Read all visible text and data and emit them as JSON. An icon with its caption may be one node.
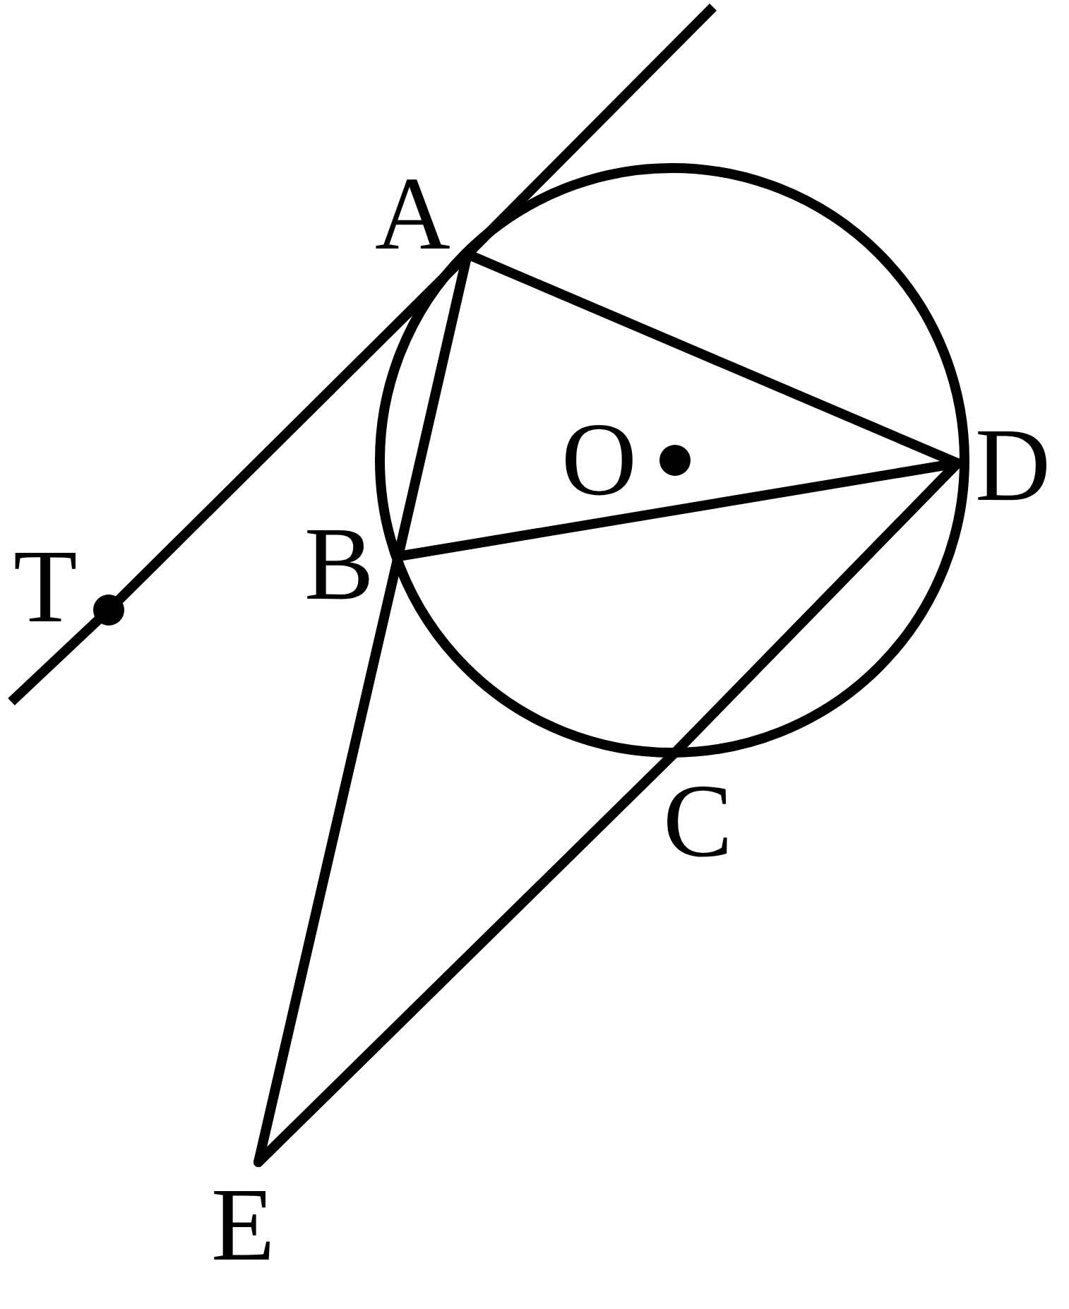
{
  "diagram": {
    "nodes": [
      {
        "text": [
          "A"
        ]
      },
      {
        "text": [
          "B"
        ]
      },
      {
        "text": [
          "C"
        ]
      },
      {
        "text": [
          "D"
        ]
      },
      {
        "text": [
          "O"
        ]
      },
      {
        "text": [
          "T"
        ]
      },
      {
        "text": [
          "E"
        ]
      }
    ],
    "edges": [
      {
        "from": 0,
        "to": 3,
        "arrow": "none"
      },
      {
        "from": 0,
        "to": 1,
        "arrow": "none"
      },
      {
        "from": 1,
        "to": 3,
        "arrow": "none"
      },
      {
        "from": 1,
        "to": 6,
        "arrow": "none"
      },
      {
        "from": 3,
        "to": 2,
        "arrow": "none"
      },
      {
        "from": 2,
        "to": 6,
        "arrow": "none"
      },
      {
        "from": 5,
        "to": 0,
        "arrow": "none"
      }
    ]
  }
}
